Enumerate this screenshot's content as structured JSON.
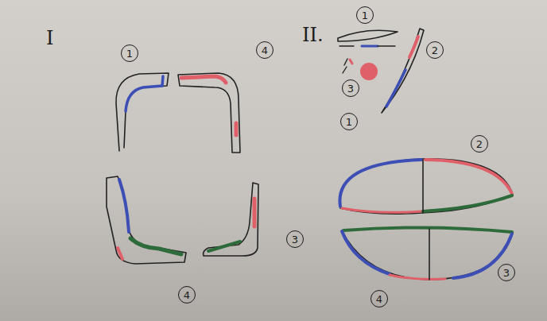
{
  "diagram": {
    "labels": [
      "I",
      "1",
      "4",
      "3",
      "4",
      "II.",
      "1",
      "2",
      "3",
      "1",
      "2",
      "3",
      "4"
    ]
  }
}
